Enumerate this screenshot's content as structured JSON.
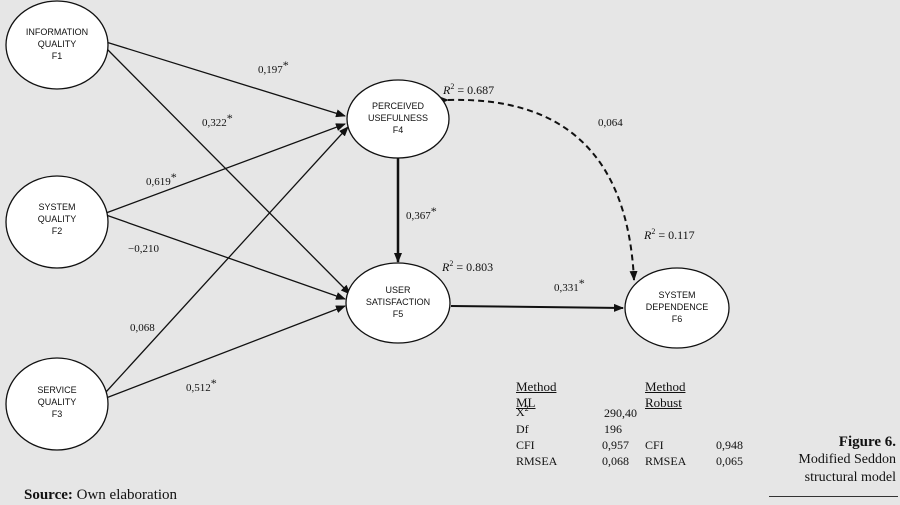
{
  "nodes": {
    "f1": [
      "INFORMATION",
      "QUALITY",
      "F1"
    ],
    "f2": [
      "SYSTEM",
      "QUALITY",
      "F2"
    ],
    "f3": [
      "SERVICE",
      "QUALITY",
      "F3"
    ],
    "f4": [
      "PERCEIVED",
      "USEFULNESS",
      "F4"
    ],
    "f5": [
      "USER",
      "SATISFACTION",
      "F5"
    ],
    "f6": [
      "SYSTEM",
      "DEPENDENCE",
      "F6"
    ]
  },
  "paths": {
    "f1_f4": {
      "value": "0,197",
      "significant": true
    },
    "f1_f5": {
      "value": "0,322",
      "significant": true
    },
    "f2_f4": {
      "value": "0,619",
      "significant": true
    },
    "f2_f5": {
      "value": "−0,210",
      "significant": false
    },
    "f3_f4": {
      "value": "0,068",
      "significant": false
    },
    "f3_f5": {
      "value": "0,512",
      "significant": true
    },
    "f4_f5": {
      "value": "0,367",
      "significant": true
    },
    "f5_f6": {
      "value": "0,331",
      "significant": true
    },
    "f4_f6": {
      "value": "0,064",
      "significant": false
    }
  },
  "star": "*",
  "r_squared": {
    "symbol": "R",
    "exponent": "2",
    "eq": " = ",
    "f4": "0.687",
    "f5": "0.803",
    "f6": "0.117"
  },
  "fit_table": {
    "ml_header": "Method  ML",
    "robust_header": "Method Robust",
    "ml_rows": [
      {
        "label": "X",
        "label_sup": "2",
        "value": "290,40"
      },
      {
        "label": "Df",
        "label_sup": "",
        "value": "196"
      },
      {
        "label": "CFI",
        "label_sup": "",
        "value": "0,957"
      },
      {
        "label": "RMSEA",
        "label_sup": "",
        "value": "0,068"
      }
    ],
    "robust_rows": [
      {
        "label": "CFI",
        "value": "0,948"
      },
      {
        "label": "RMSEA",
        "value": "0,065"
      }
    ]
  },
  "caption": {
    "figure": "Figure 6.",
    "line1": "Modified Seddon",
    "line2": "structural model"
  },
  "source": {
    "label": "Source:",
    "text": " Own elaboration"
  }
}
